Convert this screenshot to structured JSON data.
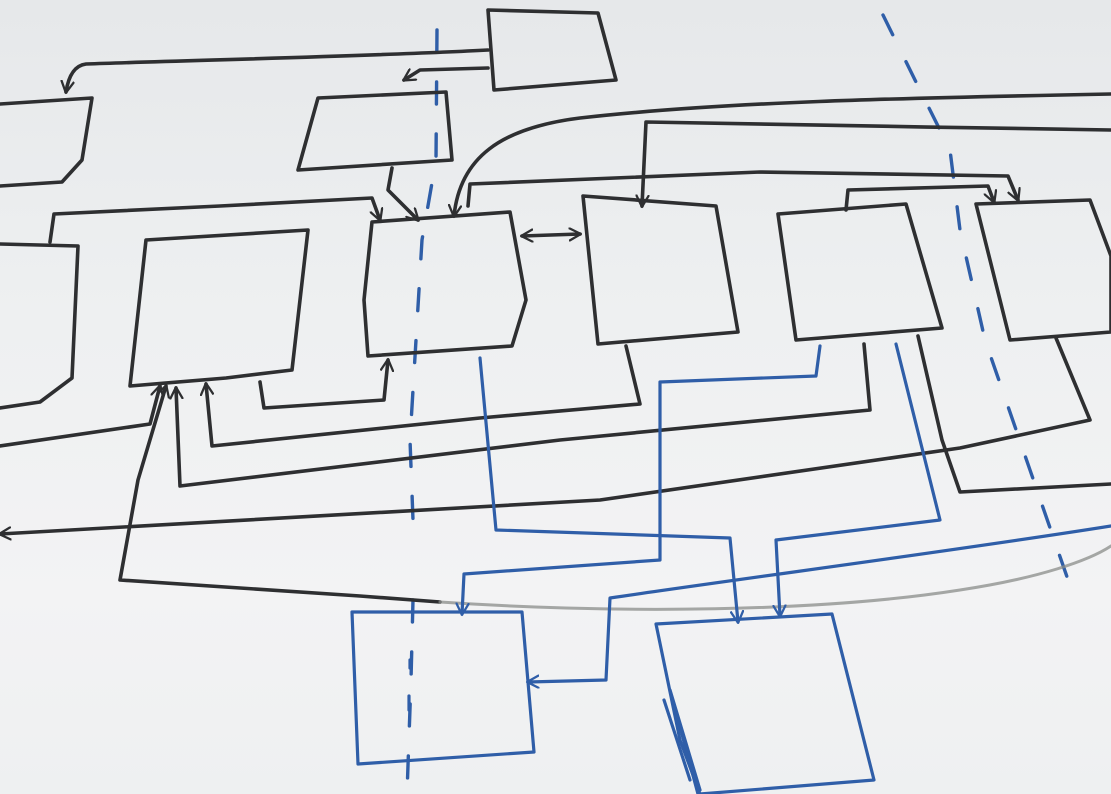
{
  "colors": {
    "board": "#eef0f1",
    "dark_marker": "#2e2f31",
    "blue_marker": "#2f5ea8",
    "faint_marker": "#8a8c8a"
  },
  "diagram": {
    "kind": "hand-drawn whiteboard box-and-arrow diagram",
    "boxes_top_row": [
      "box-top-right",
      "box-upper-left",
      "box-upper-middle"
    ],
    "boxes_middle_row": [
      "box-left-edge",
      "box-1",
      "box-2",
      "box-3",
      "box-4",
      "box-5"
    ],
    "boxes_bottom_row": [
      "box-bottom-left",
      "box-bottom-right"
    ],
    "divider_count": 2
  }
}
